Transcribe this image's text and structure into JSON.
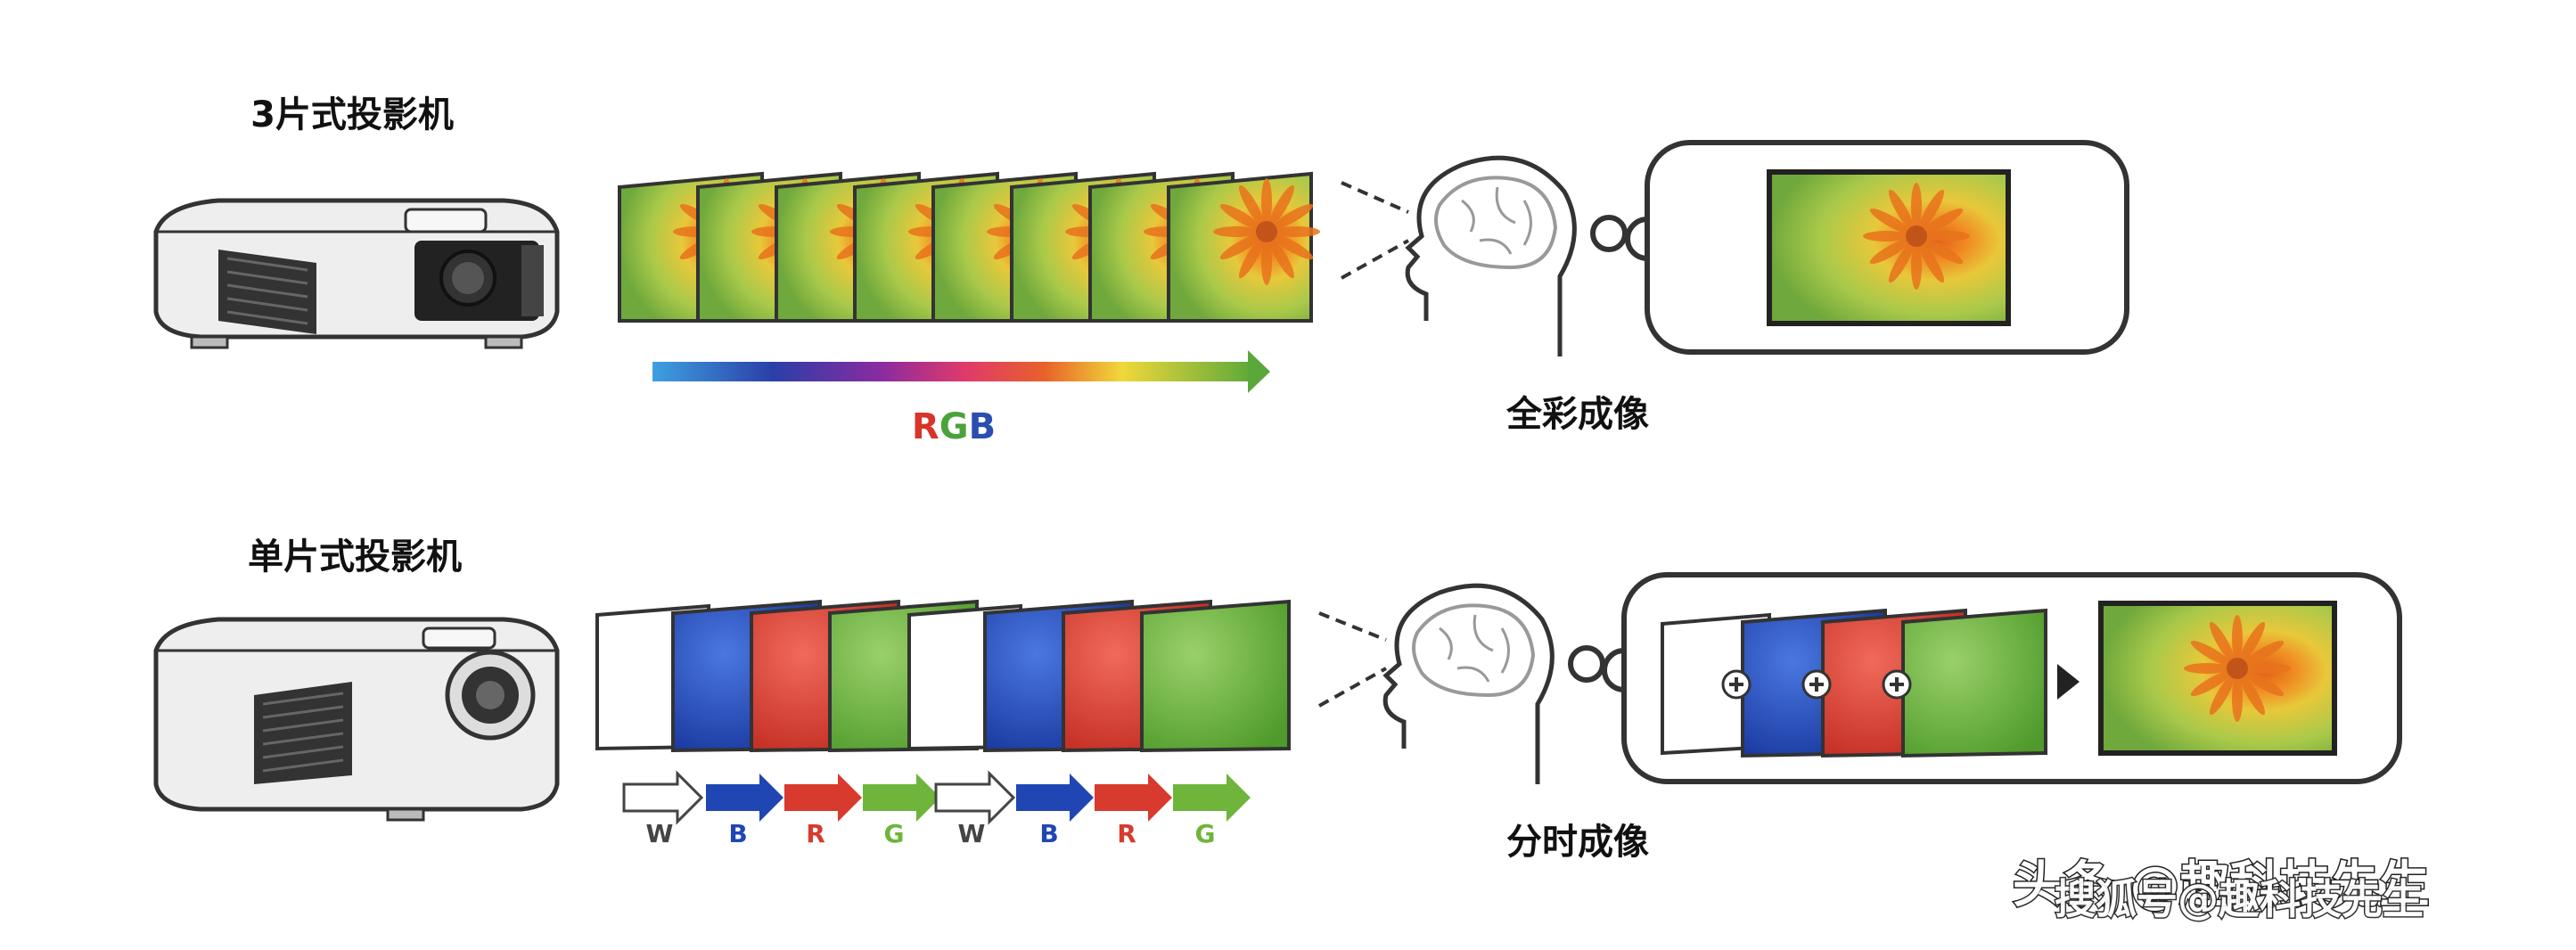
{
  "labels": {
    "three_chip": "3片式投影机",
    "single_chip": "单片式投影机",
    "full_color": "全彩成像",
    "time_division": "分时成像",
    "rgb_r": "R",
    "rgb_g": "G",
    "rgb_b": "B",
    "watermark": "头条 @趣科技先生",
    "watermark_overlay": "搜狐号@趣科技先生"
  },
  "sequence_labels": [
    "W",
    "B",
    "R",
    "G",
    "W",
    "B",
    "R",
    "G"
  ],
  "colors": {
    "white": "#ffffff",
    "blue": "#1f46b3",
    "red": "#d83a2e",
    "green": "#6fb43b",
    "rgb_r_text": "#d8342a",
    "rgb_g_text": "#4aa23a",
    "rgb_b_text": "#2a4fb0",
    "outline": "#333333"
  },
  "icons": [
    "projector-icon",
    "brain-head-icon",
    "thought-bubble-icon",
    "plus-icon",
    "play-triangle-icon"
  ]
}
